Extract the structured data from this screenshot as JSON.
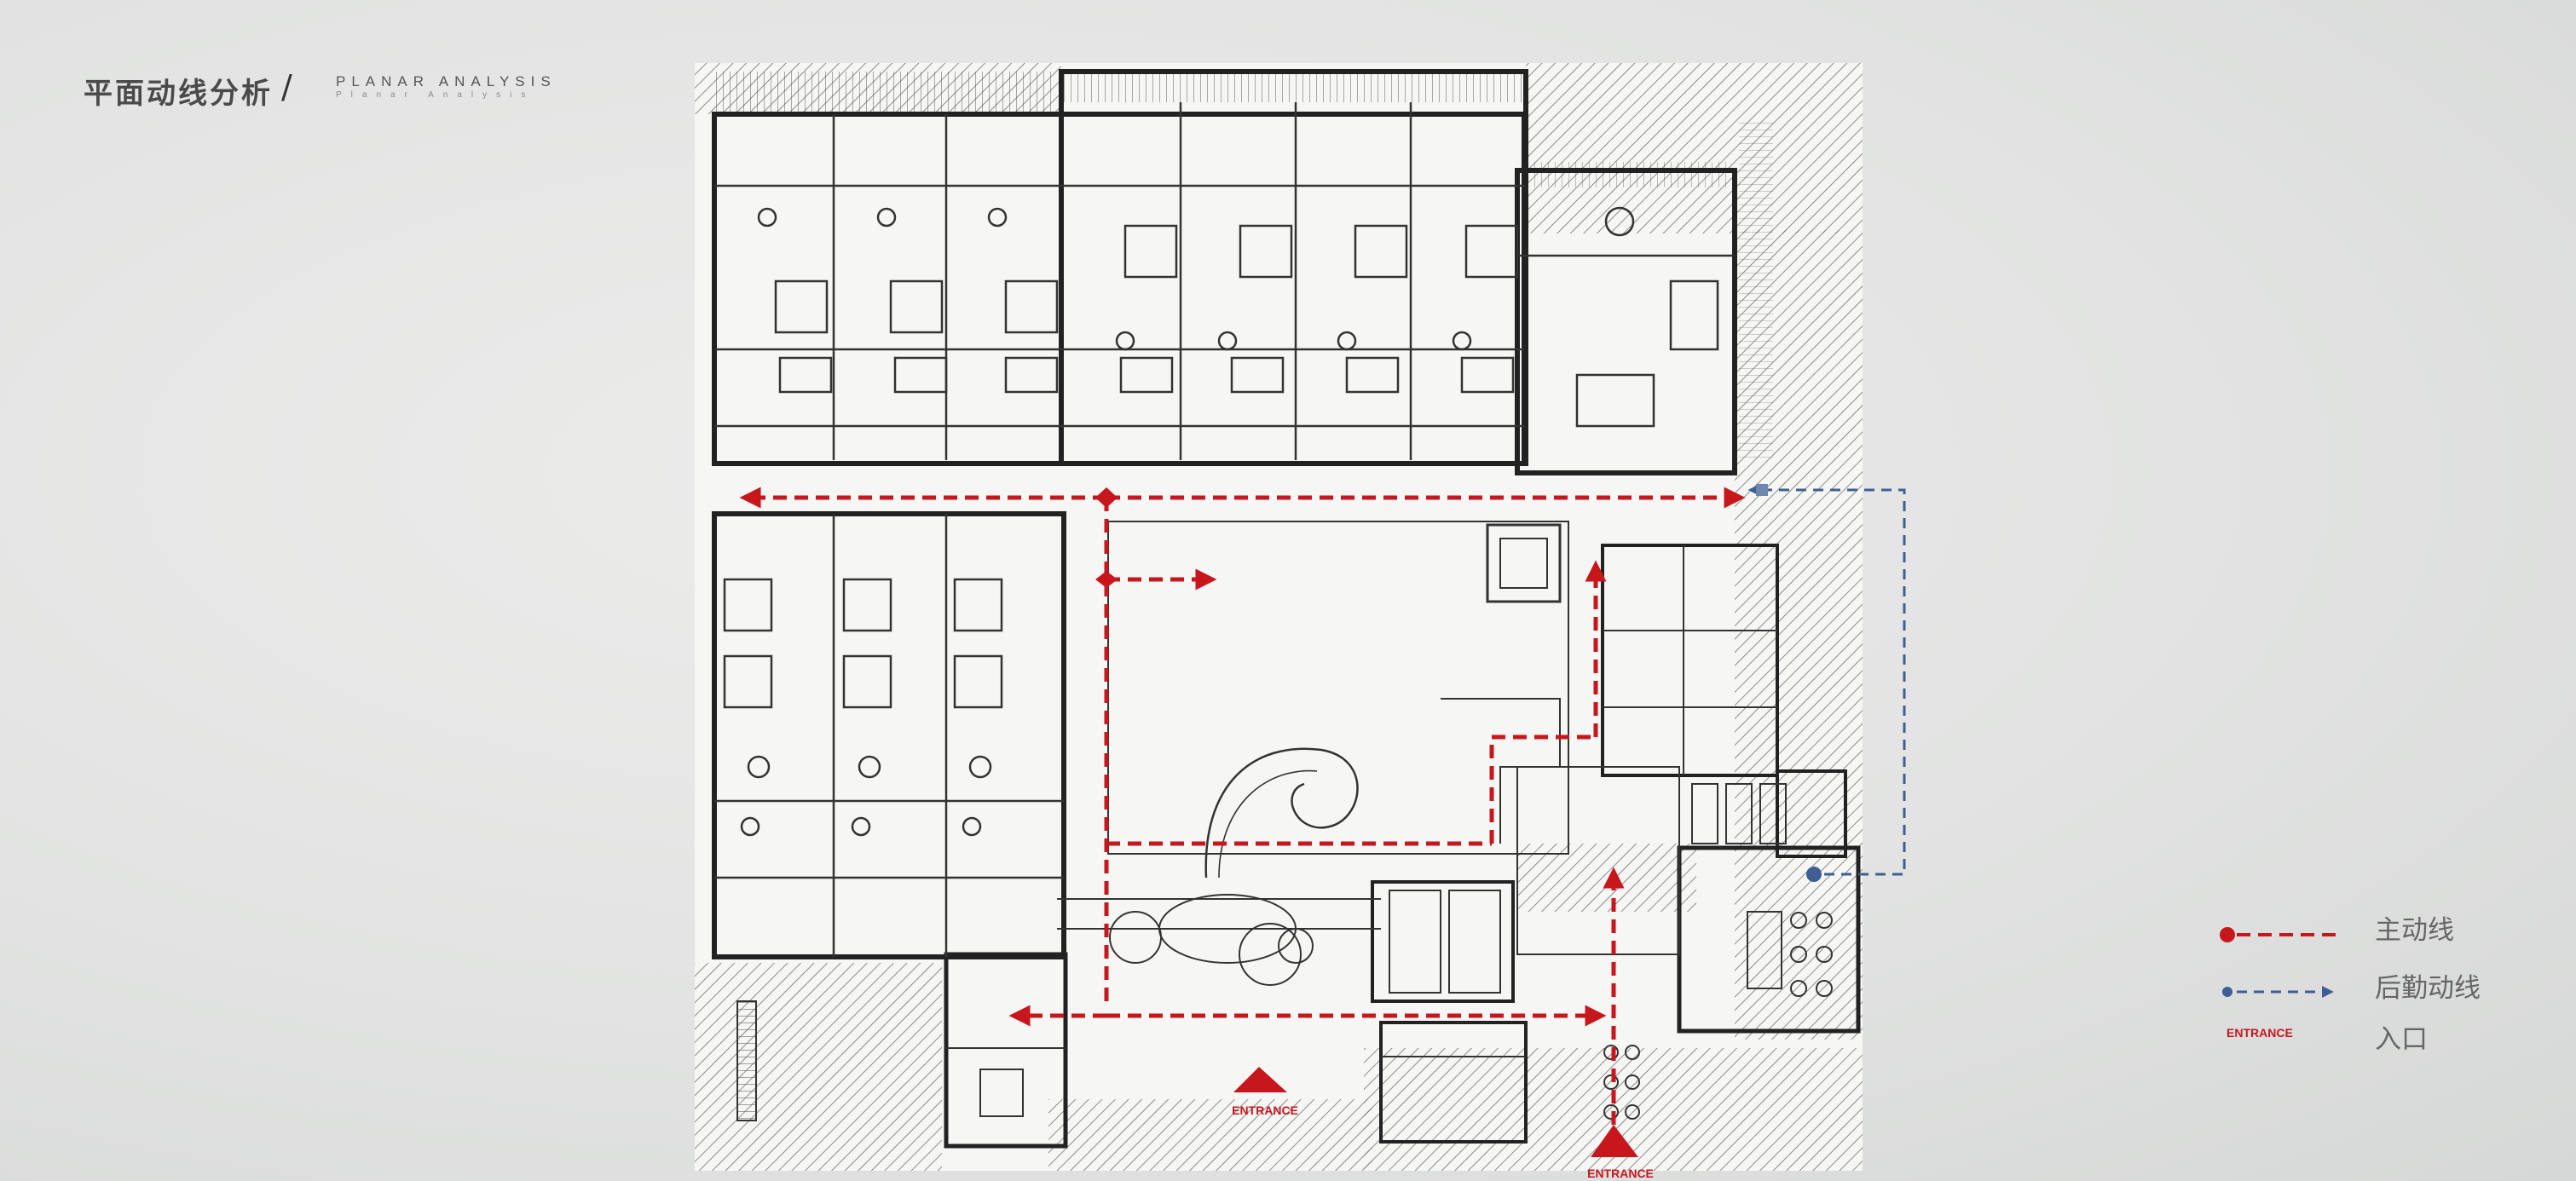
{
  "header": {
    "title_cn": "平面动线分析",
    "separator": "/",
    "title_en": "PLANAR ANALYSIS",
    "title_en_sub": "Planar Analysis"
  },
  "floor_plan": {
    "labels": {
      "entrance_bottom_middle": "ENTRANCE",
      "entrance_bottom_right": "ENTRANCE"
    }
  },
  "legend": {
    "main_flow": "主动线",
    "service_flow": "后勤动线",
    "entrance_label": "入口",
    "entrance_sample": "ENTRANCE"
  },
  "colors": {
    "main_flow": "#c8161d",
    "service_flow": "#3f5f94",
    "line_work": "#2a2a2a",
    "hatch": "#6b6b6b",
    "background": "#e4e5e4"
  }
}
